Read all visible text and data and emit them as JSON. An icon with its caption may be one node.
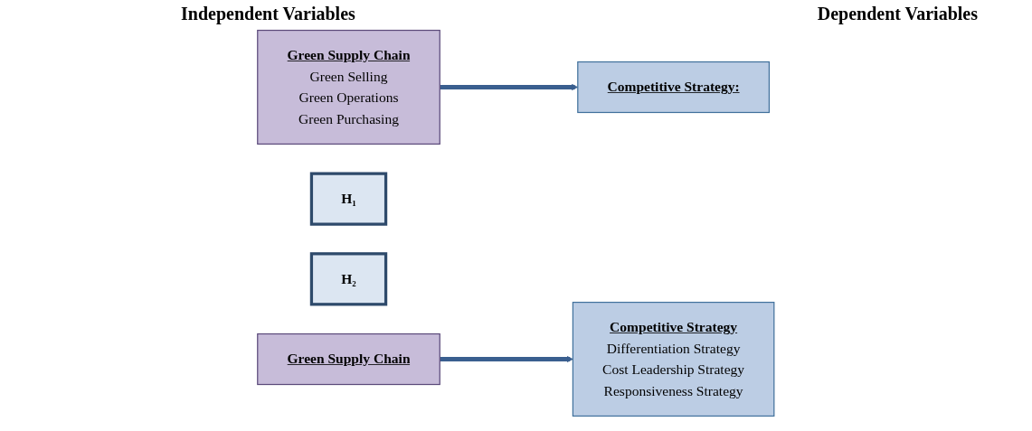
{
  "diagram": {
    "nodes": [
      {
        "text": [
          "Green Supply Chain",
          "Green Selling",
          "Green Operations",
          "Green Purchasing"
        ]
      },
      {
        "text": [
          "H₁"
        ]
      },
      {
        "text": [
          "Competitive Strategy:"
        ]
      },
      {
        "text": [
          "H₂"
        ]
      },
      {
        "text": [
          "Green Supply Chain"
        ]
      },
      {
        "text": [
          "Competitive Strategy",
          "Differentiation Strategy",
          "Cost Leadership Strategy",
          "Responsiveness Strategy"
        ]
      }
    ],
    "edges": [
      {
        "from": 0,
        "to": 2,
        "arrow": "to"
      },
      {
        "from": 4,
        "to": 5,
        "arrow": "to"
      }
    ],
    "labels": [
      "Independent Variables",
      "Dependent Variables"
    ]
  }
}
